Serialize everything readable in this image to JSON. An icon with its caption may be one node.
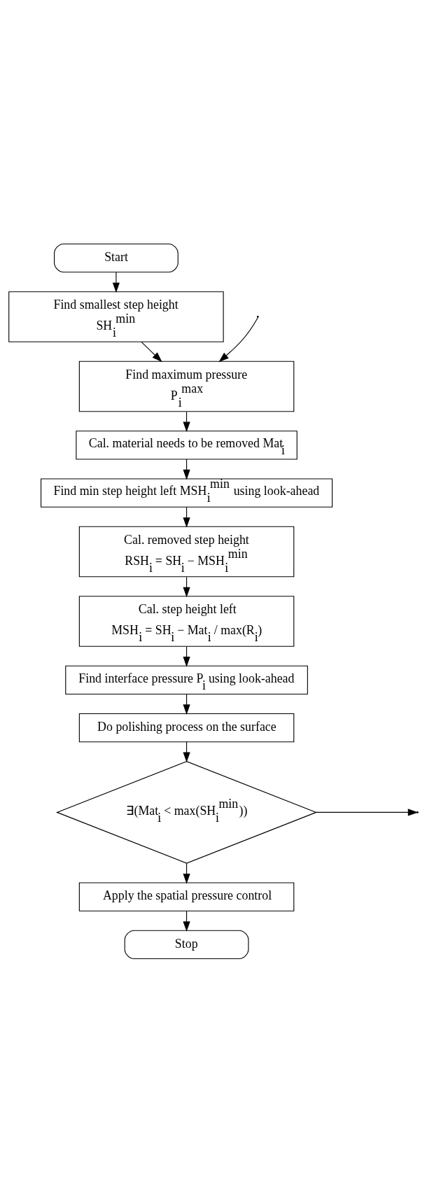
{
  "diagram": {
    "nodes": [
      {
        "text": [
          "Start"
        ]
      },
      {
        "text": [
          "Find smallest step height",
          "SH$_{i}$$^{min}$"
        ]
      },
      {
        "text": [
          "Find maximum pressure",
          "P$_{i}$$^{max}$"
        ]
      },
      {
        "text": [
          "Cal. material needs to be removed Mat$_{i}$"
        ]
      },
      {
        "text": [
          "Find min step height left MSH$_{i}$$^{min}$ using look-ahead"
        ]
      },
      {
        "text": [
          "Cal. removed step height",
          "RSH$_{i}$ = SH$_{i}$ − MSH$_{i}$$^{min}$"
        ]
      },
      {
        "text": [
          "Cal. step height left",
          "MSH$_{i}$ = SH$_{i}$ − Mat$_{i}$ / max(R$_{i}$)"
        ]
      },
      {
        "text": [
          "Find interface pressure P$_{i}$ using look-ahead"
        ]
      },
      {
        "text": [
          "Do polishing process on the surface"
        ]
      },
      {
        "text": [
          "∃(Mat$_{i}$ < max(SH$_{i}$$^{min}$))"
        ]
      },
      {
        "text": [
          "Apply the spatial pressure control"
        ]
      },
      {
        "text": [
          "Stop"
        ]
      }
    ],
    "edges": [
      {
        "from": 0,
        "to": 1,
        "arrow": "to"
      },
      {
        "from": 1,
        "to": 2,
        "arrow": "to"
      },
      {
        "from": null,
        "to": 2,
        "arrow": "to"
      },
      {
        "from": 2,
        "to": 3,
        "arrow": "to"
      },
      {
        "from": 3,
        "to": 4,
        "arrow": "to"
      },
      {
        "from": 4,
        "to": 5,
        "arrow": "to"
      },
      {
        "from": 5,
        "to": 6,
        "arrow": "to"
      },
      {
        "from": 6,
        "to": 7,
        "arrow": "to"
      },
      {
        "from": 7,
        "to": 8,
        "arrow": "to"
      },
      {
        "from": 8,
        "to": 9,
        "arrow": "to"
      },
      {
        "from": 9,
        "to": null,
        "arrow": "to"
      },
      {
        "from": 9,
        "to": 10,
        "arrow": "to"
      },
      {
        "from": 10,
        "to": 11,
        "arrow": "to"
      }
    ]
  }
}
